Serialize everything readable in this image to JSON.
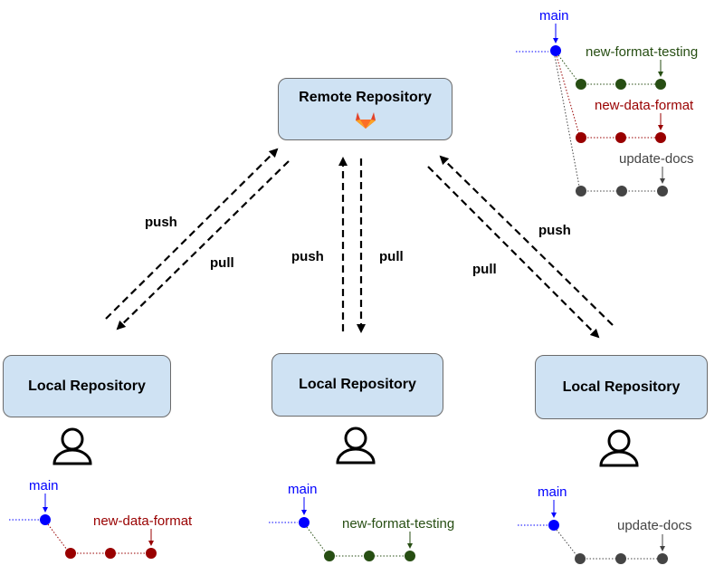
{
  "remote": {
    "label": "Remote Repository",
    "logo_icon": "gitlab-icon"
  },
  "locals": [
    {
      "label": "Local Repository"
    },
    {
      "label": "Local Repository"
    },
    {
      "label": "Local Repository"
    }
  ],
  "arrows": {
    "left": {
      "up": "push",
      "down": "pull"
    },
    "center": {
      "up": "push",
      "down": "pull"
    },
    "right": {
      "up": "push",
      "down": "pull"
    }
  },
  "branches": {
    "main": "main",
    "new_data_format": "new-data-format",
    "new_format_testing": "new-format-testing",
    "update_docs": "update-docs"
  },
  "colors": {
    "main": "#0000ff",
    "new_data_format": "#990000",
    "new_format_testing": "#274e13",
    "update_docs": "#444444",
    "box_fill": "#cfe2f3"
  }
}
